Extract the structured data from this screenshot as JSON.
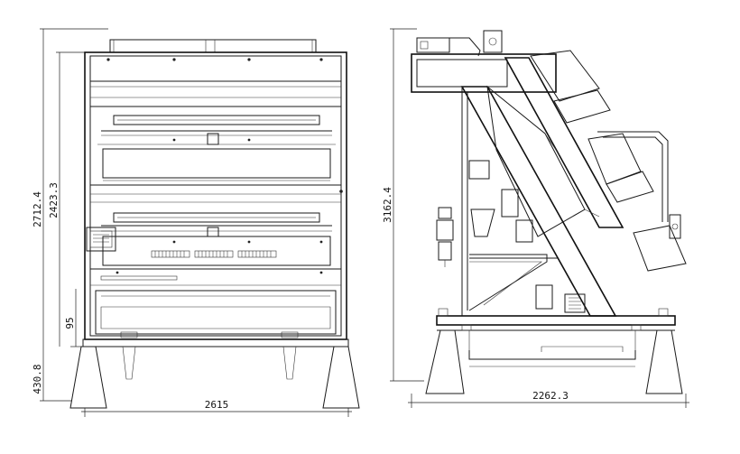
{
  "front_view": {
    "dim_total_height": "2712.4",
    "dim_body_height": "2423.3",
    "dim_offset": "95",
    "dim_foot": "430.8",
    "dim_width": "2615"
  },
  "side_view": {
    "dim_height": "3162.4",
    "dim_width": "2262.3"
  }
}
